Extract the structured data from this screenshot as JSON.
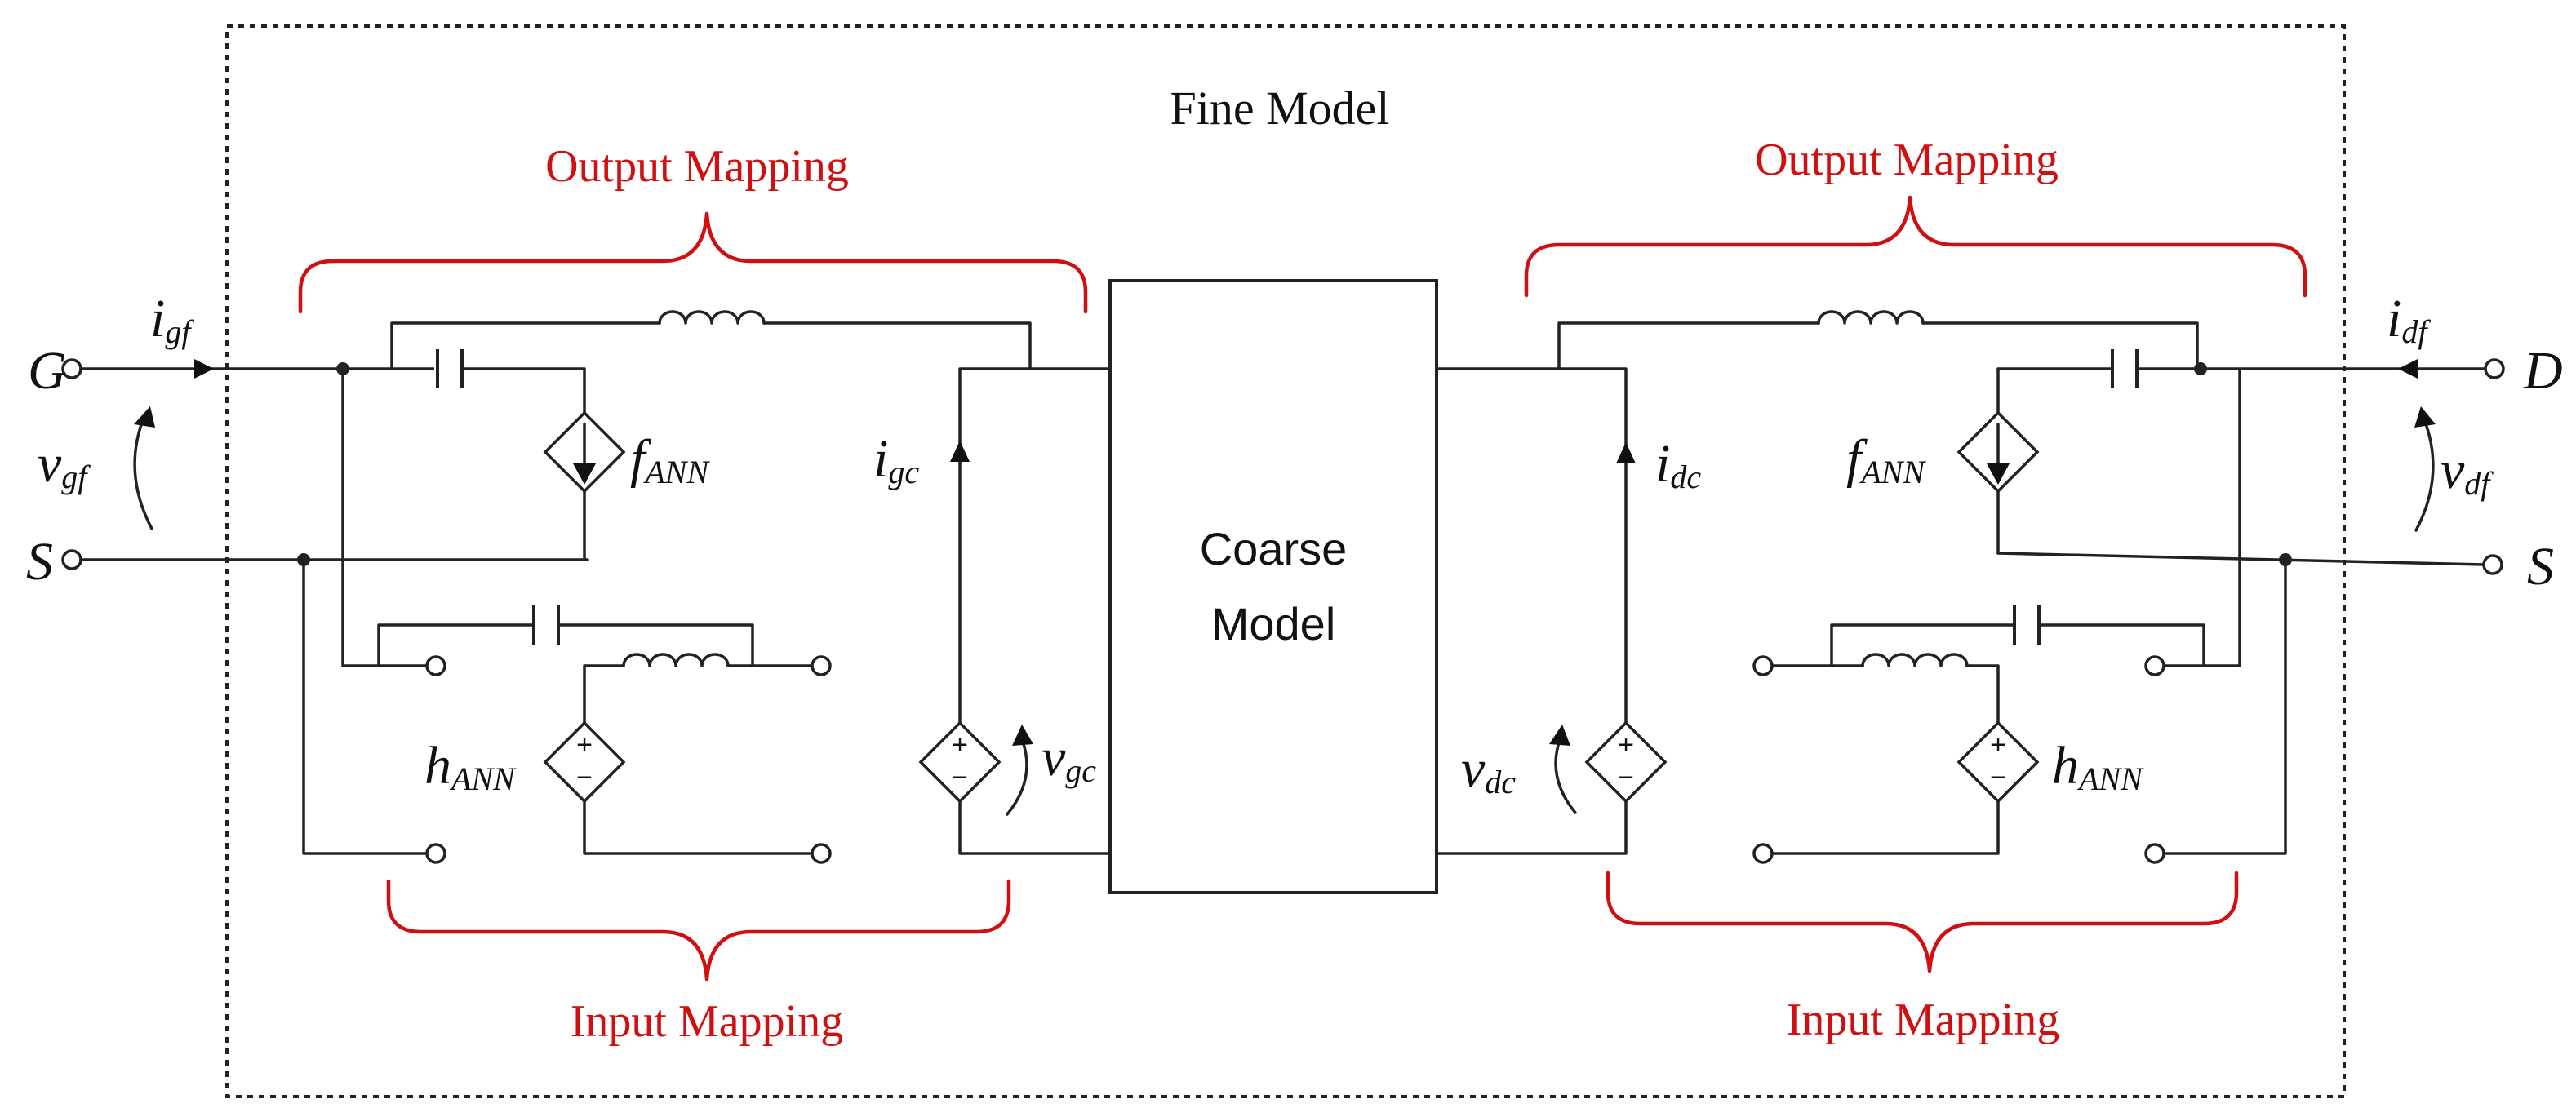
{
  "title": "Fine Model",
  "coarse_model": {
    "line1": "Coarse",
    "line2": "Model"
  },
  "left": {
    "output_mapping_label": "Output Mapping",
    "input_mapping_label": "Input Mapping",
    "terminal_top": "G",
    "terminal_bottom": "S",
    "current_in": {
      "main": "i",
      "sub": "gf"
    },
    "voltage_in": {
      "main": "v",
      "sub": "gf"
    },
    "current_out": {
      "main": "i",
      "sub": "gc"
    },
    "voltage_out": {
      "main": "v",
      "sub": "gc"
    },
    "f_source": {
      "main": "f",
      "sub": "ANN"
    },
    "h_source": {
      "main": "h",
      "sub": "ANN"
    }
  },
  "right": {
    "output_mapping_label": "Output Mapping",
    "input_mapping_label": "Input Mapping",
    "terminal_top": "D",
    "terminal_bottom": "S",
    "current_in": {
      "main": "i",
      "sub": "df"
    },
    "voltage_in": {
      "main": "v",
      "sub": "df"
    },
    "current_out": {
      "main": "i",
      "sub": "dc"
    },
    "voltage_out": {
      "main": "v",
      "sub": "dc"
    },
    "f_source": {
      "main": "f",
      "sub": "ANN"
    },
    "h_source": {
      "main": "h",
      "sub": "ANN"
    }
  },
  "source_signs": {
    "plus": "+",
    "minus": "−"
  },
  "colors": {
    "mapping_brace": "#d01010",
    "wires": "#222222",
    "frame": "#222222"
  }
}
